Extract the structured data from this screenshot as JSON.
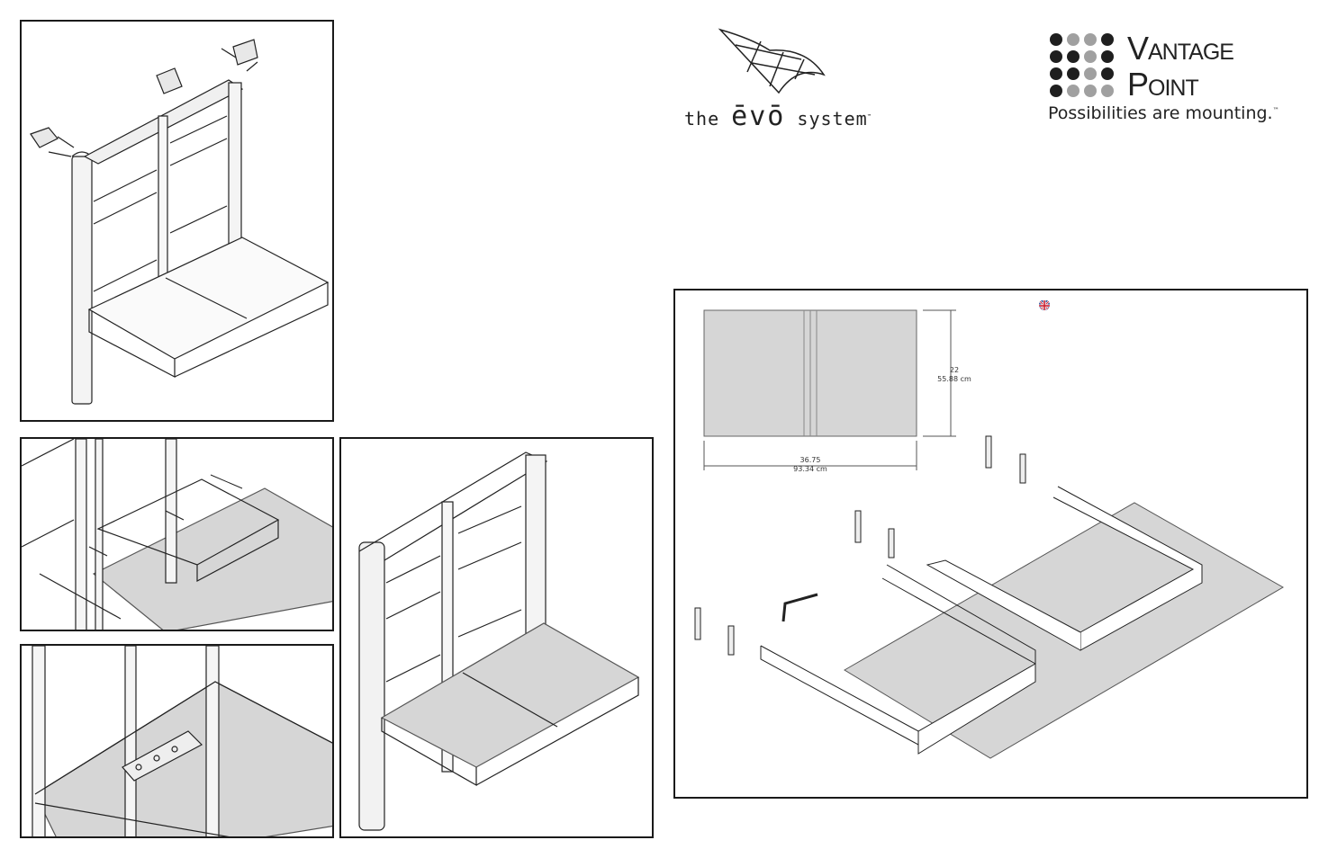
{
  "evo_logo": {
    "word_the": "the",
    "word_evo": "ēvō",
    "word_system": "system",
    "tm": "™"
  },
  "brand": {
    "line1": "Vantage",
    "line2": "Point",
    "tagline": "Possibilities are mounting.",
    "tm": "™"
  },
  "dimensions": {
    "height_in": "22",
    "height_cm": "55.88 cm",
    "width_in": "36.75",
    "width_cm": "93.34 cm"
  },
  "colors": {
    "outline": "#1a1a1a",
    "shelf_fill": "#d6d6d6",
    "dot_dark": "#1f1f1f",
    "dot_light": "#a0a0a0"
  },
  "icons": {
    "language_flag": "uk-flag-icon"
  }
}
